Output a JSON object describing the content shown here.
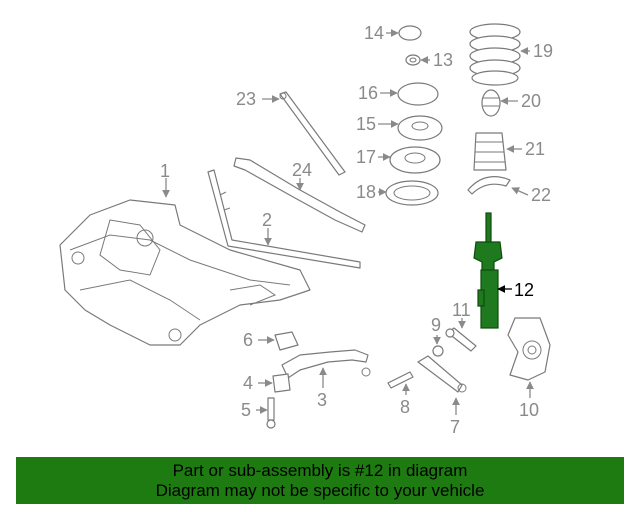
{
  "callouts": {
    "c1": "1",
    "c2": "2",
    "c3": "3",
    "c4": "4",
    "c5": "5",
    "c6": "6",
    "c7": "7",
    "c8": "8",
    "c9": "9",
    "c10": "10",
    "c11": "11",
    "c12": "12",
    "c13": "13",
    "c14": "14",
    "c15": "15",
    "c16": "16",
    "c17": "17",
    "c18": "18",
    "c19": "19",
    "c20": "20",
    "c21": "21",
    "c22": "22",
    "c23": "23",
    "c24": "24"
  },
  "highlight_part": "12",
  "colors": {
    "banner": "#1e7b12",
    "strut": "#1f7a1f",
    "linework": "#7a7a7a"
  },
  "banner": {
    "line1": "Part or sub-assembly is #12 in diagram",
    "line2": "Diagram may not be specific to your vehicle"
  }
}
